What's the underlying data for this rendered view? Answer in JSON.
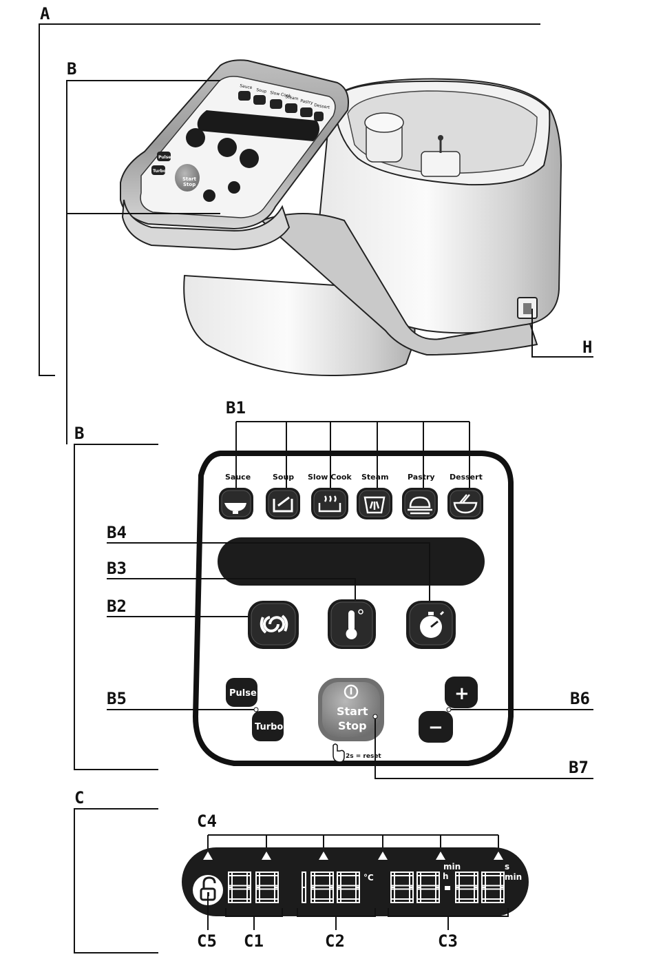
{
  "callouts": {
    "A": "A",
    "B_top": "B",
    "H": "H",
    "B1": "B1",
    "B_panel": "B",
    "B4": "B4",
    "B3": "B3",
    "B2": "B2",
    "B5": "B5",
    "B6": "B6",
    "B7": "B7",
    "C": "C",
    "C4": "C4",
    "C5": "C5",
    "C1": "C1",
    "C2": "C2",
    "C3": "C3"
  },
  "programs": [
    "Sauce",
    "Soup",
    "Slow Cook",
    "Steam",
    "Pastry",
    "Dessert"
  ],
  "buttons": {
    "pulse": "Pulse",
    "turbo": "Turbo",
    "start": "Start",
    "stop": "Stop",
    "plus": "+",
    "minus": "−"
  },
  "reset_hint": "2s = reset",
  "display": {
    "celsius": "°C",
    "min_top": "min",
    "h": "h",
    "s": "s",
    "min_right": "min"
  },
  "machine_panel": {
    "labels": [
      "Sauce",
      "Soup",
      "Slow Cook",
      "Steam",
      "Pastry",
      "Dessert"
    ],
    "start": "Start",
    "stop": "Stop",
    "pulse": "Pulse",
    "turbo": "Turbo"
  }
}
